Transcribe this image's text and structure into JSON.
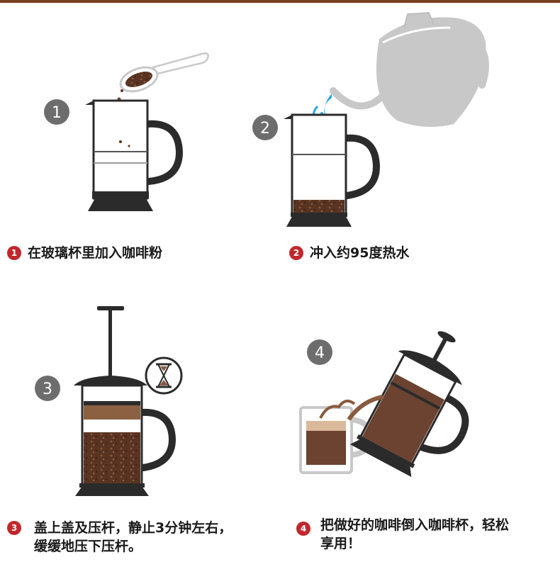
{
  "steps": [
    {
      "number": "1",
      "text_lines": [
        "在玻璃杯里加入咖啡粉"
      ]
    },
    {
      "number": "2",
      "text_lines": [
        "冲入约95度热水"
      ]
    },
    {
      "number": "3",
      "text_lines": [
        "盖上盖及压杆，静止3分钟左右，",
        "缓缓地压下压杆。"
      ]
    },
    {
      "number": "4",
      "text_lines": [
        "把做好的咖啡倒入咖啡杯，轻松",
        "享用！"
      ]
    }
  ],
  "colors": {
    "accent_bar": "#7a3f1d",
    "badge": "#c0282d",
    "step_circle": "#6d6d6d",
    "frame": "#2b2b2b",
    "coffee": "#6b4330",
    "water": "#2ea7e0",
    "kettle": "#c8c8c8"
  },
  "icons": [
    "coffee-scoop-icon",
    "kettle-icon",
    "hourglass-icon",
    "coffee-cup-icon",
    "french-press-icon"
  ]
}
